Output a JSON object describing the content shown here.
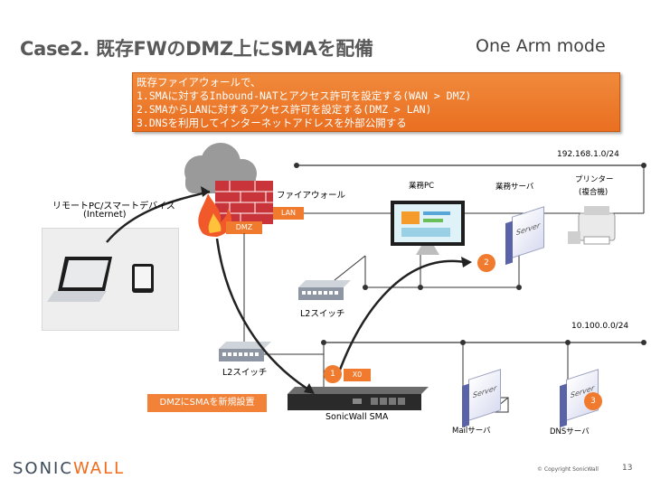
{
  "title": "Case2. 既存FWのDMZ上にSMAを配備",
  "mode": "One Arm mode",
  "notes": {
    "line1": "既存ファイアウォールで、",
    "line2": "1.SMAに対するInbound-NATとアクセス許可を設定する(WAN > DMZ)",
    "line3": "2.SMAからLANに対するアクセス許可を設定する(DMZ > LAN)",
    "line4": "3.DNSを利用してインターネットアドレスを外部公開する"
  },
  "network": {
    "lan_subnet": "192.168.1.0/24",
    "dmz_subnet": "10.100.0.0/24"
  },
  "labels": {
    "remote": "リモートPC/スマートデバイス",
    "internet": "(Internet)",
    "firewall": "ファイアウォール",
    "lan_port": "LAN",
    "dmz_port": "DMZ",
    "business_pc": "業務PC",
    "business_server": "業務サーバ",
    "printer": "プリンター",
    "printer_sub": "(複合機)",
    "l2_switch_top": "L2スイッチ",
    "l2_switch_bottom": "L2スイッチ",
    "sma_port": "X0",
    "sma_new": "DMZにSMAを新規設置",
    "sma": "SonicWall SMA",
    "mail_server": "Mailサーバ",
    "dns_server": "DNSサーバ",
    "server_text": "Server"
  },
  "badges": {
    "one": "1",
    "two": "2",
    "three": "3"
  },
  "footer": {
    "logo_a": "SONIC",
    "logo_b": "WALL",
    "copyright": "© Copyright SonicWall",
    "page": "13"
  },
  "colors": {
    "accent": "#f07b2e",
    "line": "#333333",
    "fire": "#e9562b"
  }
}
